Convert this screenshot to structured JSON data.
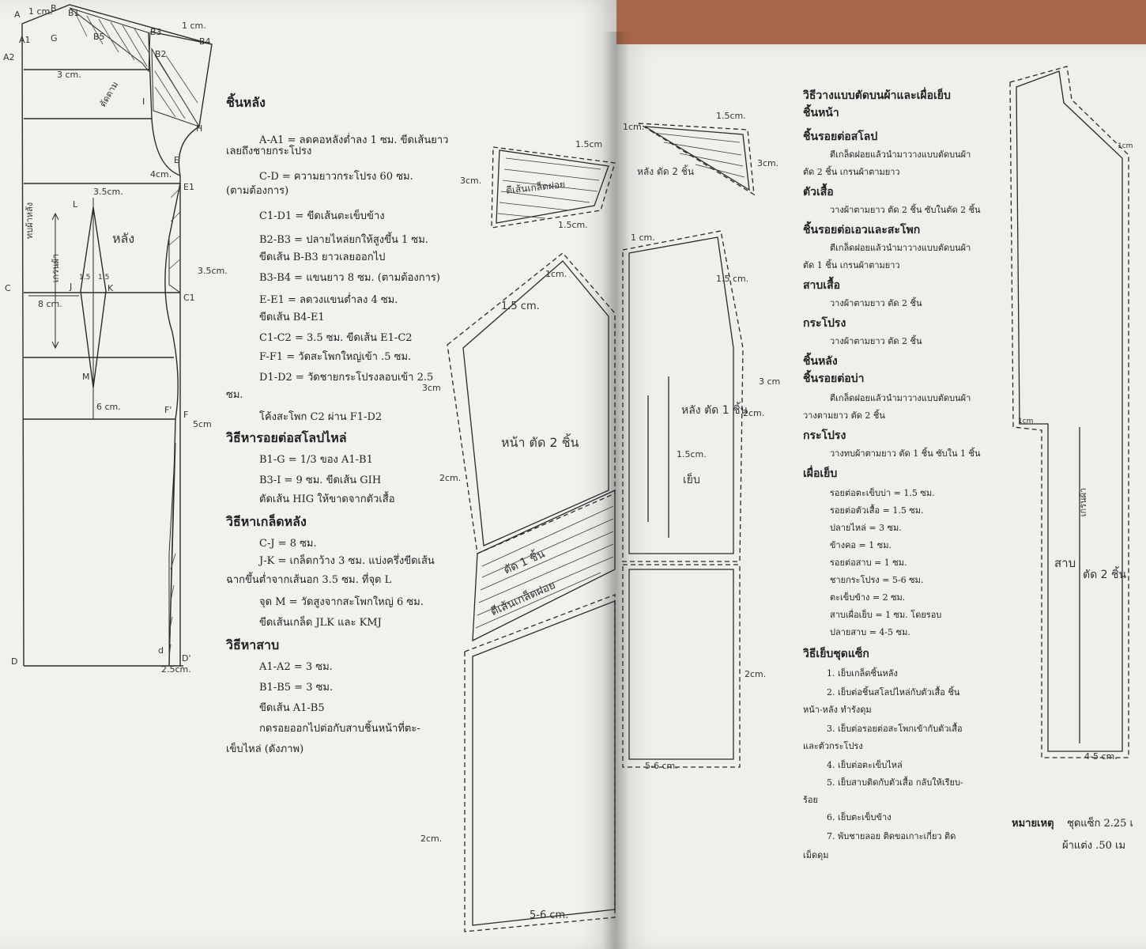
{
  "left_text": {
    "back_heading": "ชิ้นหลัง",
    "back_lines": [
      "A-A1 = ลดคอหลังต่ำลง 1 ซม. ขีดเส้นยาว",
      "เลยถึงชายกระโปรง",
      "C-D = ความยาวกระโปรง 60 ซม.",
      "(ตามต้องการ)",
      "C1-D1 = ขีดเส้นตะเข็บข้าง",
      "B2-B3 = ปลายไหล่ยกให้สูงขึ้น 1 ซม.",
      "ขีดเส้น B-B3 ยาวเลยออกไป",
      "B3-B4 = แขนยาว 8 ซม. (ตามต้องการ)",
      "E-E1 = ลดวงแขนต่ำลง 4 ซม.",
      "ขีดเส้น B4-E1",
      "C1-C2 = 3.5 ซม. ขีดเส้น E1-C2",
      "F-F1 = วัดสะโพกใหญ่เข้า .5 ซม.",
      "D1-D2 = วัดชายกระโปรงลอบเข้า 2.5",
      "ซม.",
      "โค้งสะโพก C2 ผ่าน F1-D2"
    ],
    "yoke_heading": "วิธีหารอยต่อสโลปไหล่",
    "yoke_lines": [
      "B1-G = 1/3 ของ A1-B1",
      "B3-I = 9 ซม. ขีดเส้น GIH",
      "ตัดเส้น HIG ให้ขาดจากตัวเสื้อ"
    ],
    "dart_heading": "วิธีหาเกล็ดหลัง",
    "dart_lines": [
      "C-J = 8 ซม.",
      "J-K = เกล็ดกว้าง 3 ซม. แบ่งครึ่งขีดเส้น",
      "ฉากขึ้นต่ำจากเส้นอก 3.5 ซม. ที่จุด L",
      "จุด M = วัดสูงจากสะโพกใหญ่ 6 ซม.",
      "ขีดเส้นเกล็ด JLK และ KMJ"
    ],
    "placket_heading": "วิธีหาสาบ",
    "placket_lines": [
      "A1-A2 = 3 ซม.",
      "B1-B5 = 3 ซม.",
      "ขีดเส้น A1-B5",
      "กดรอยออกไปต่อกับสาบชิ้นหน้าที่ตะ-",
      "เข็บไหล่ (ดังภาพ)"
    ]
  },
  "right_text": {
    "layout_heading": "วิธีวางแบบตัดบนผ้าและเผื่อเย็บ",
    "front_heading": "ชิ้นหน้า",
    "items": [
      {
        "title": "ชิ้นรอยต่อสโลป",
        "lines": [
          "ตีเกล็ดฝอยแล้วนำมาวางแบบตัดบนผ้า",
          "ตัด 2 ชิ้น เกรนผ้าตามยาว"
        ]
      },
      {
        "title": "ตัวเสื้อ",
        "lines": [
          "วางผ้าตามยาว ตัด 2 ชิ้น ซับในตัด 2 ชิ้น"
        ]
      },
      {
        "title": "ชิ้นรอยต่อเอวและสะโพก",
        "lines": [
          "ตีเกล็ดฝอยแล้วนำมาวางแบบตัดบนผ้า",
          "ตัด 1 ชิ้น เกรนผ้าตามยาว"
        ]
      },
      {
        "title": "สาบเสื้อ",
        "lines": [
          "วางผ้าตามยาว ตัด 2 ชิ้น"
        ]
      },
      {
        "title": "กระโปรง",
        "lines": [
          "วางผ้าตามยาว ตัด 2 ชิ้น"
        ]
      }
    ],
    "back_heading": "ชิ้นหลัง",
    "back_items": [
      {
        "title": "ชิ้นรอยต่อบ่า",
        "lines": [
          "ตีเกล็ดฝอยแล้วนำมาวางแบบตัดบนผ้า",
          "วางตามยาว ตัด 2 ชิ้น"
        ]
      },
      {
        "title": "กระโปรง",
        "lines": [
          "วางทบผ้าตามยาว ตัด 1 ชิ้น ซับใน 1 ชิ้น"
        ]
      }
    ],
    "seam_heading": "เผื่อเย็บ",
    "seam_lines": [
      "รอยต่อตะเข็บบ่า = 1.5 ซม.",
      "รอยต่อตัวเสื้อ = 1.5 ซม.",
      "ปลายไหล่ = 3 ซม.",
      "ข้างคอ = 1 ซม.",
      "รอยต่อสาบ = 1 ซม.",
      "ชายกระโปรง = 5-6 ซม.",
      "ตะเข็บข้าง = 2 ซม.",
      "สาบเผื่อเย็บ = 1 ซม. โดยรอบ",
      "ปลายสาบ = 4-5 ซม."
    ],
    "sew_heading": "วิธีเย็บชุดแซ็ก",
    "sew_lines": [
      "1. เย็บเกล็ดชิ้นหลัง",
      "2. เย็บต่อชิ้นสโลปไหล่กับตัวเสื้อ ชิ้น",
      "หน้า-หลัง ทำรังดุม",
      "3. เย็บต่อรอยต่อสะโพกเข้ากับตัวเสื้อ",
      "และตัวกระโปรง",
      "4. เย็บต่อตะเข็บไหล่",
      "5. เย็บสาบติดกับตัวเสื้อ กลับให้เรียบ-",
      "ร้อย",
      "6. เย็บตะเข็บข้าง",
      "7. พับชายลอย ติดขอเกาะเกี่ยว ติด",
      "เม็ดดุม"
    ],
    "note_label": "หมายเหตุ",
    "note_line1": "ชุดแซ็ก 2.25 เ",
    "note_line2": "ผ้าแต่ง .50 เม"
  },
  "draft_labels": {
    "A": "A",
    "B": "B",
    "B1": "B1",
    "A1": "A1",
    "A2": "A2",
    "G": "G",
    "B5": "B5",
    "B3": "B3",
    "B4": "B4",
    "B2": "B2",
    "I": "I",
    "H": "H",
    "E": "E",
    "E1": "E1",
    "L": "L",
    "J": "J",
    "K": "K",
    "C": "C",
    "C1": "C1",
    "M": "M",
    "F": "F",
    "F1": "F'",
    "D": "D",
    "D1": "D'",
    "D2": "d",
    "m1": "1 cm.",
    "m1b": "1 cm.",
    "m3": "3 cm.",
    "m4": "4cm.",
    "m35": "3.5cm.",
    "m35b": "3.5cm.",
    "m8": "8 cm.",
    "m6": "6 cm.",
    "m5": "5cm",
    "m25": "2.5cm.",
    "m15": "1.5",
    "m15b": "1.5",
    "back": "หลัง",
    "grain": "เกรนผ้า",
    "cut_line": "ตัดตาม",
    "fold": "ทบผ้าหลัง"
  },
  "layout_labels": {
    "m3cm": "3cm.",
    "m15cm": "1.5cm",
    "m15cm_b": "1.5cm.",
    "m1cm": "1cm.",
    "m15c": "1.5 cm.",
    "m3cm_b": "3cm",
    "m2cm": "2cm.",
    "m2cm_b": "2cm.",
    "m2cm_c": "2cm.",
    "m2cm_d": "2cm.",
    "m56": "5-6 cm.",
    "m56b": "5-6 cm.",
    "m15cm_c": "1.5cm.",
    "m15cm_d": "1.5 cm.",
    "m1cm_b": "1cm.",
    "m1cm_c": "1 cm.",
    "m3cm_c": "3cm.",
    "m3cm_d": "3 cm",
    "m1cm_d": "1cm",
    "m1cm_e": "1cm",
    "m45": "4-5 cm.",
    "m15cm_e": "1.5cm.",
    "front_cut": "หน้า ตัด 2 ชิ้น",
    "back_cut": "หลัง ตัด 1 ชิ้น",
    "cut1": "ตัด 1 ชิ้น",
    "pleat": "ตีเส้นเกล็ดฝอย",
    "yoke_front": "ตีเส้นเกล็ดฝอย",
    "yoke_back": "หลัง ตัด 2 ชิ้น",
    "placket": "สาบ",
    "placket_cut": "ตัด 2 ชิ้น",
    "grain2": "เกรนผ้า",
    "back_dart": "เย็บ"
  }
}
